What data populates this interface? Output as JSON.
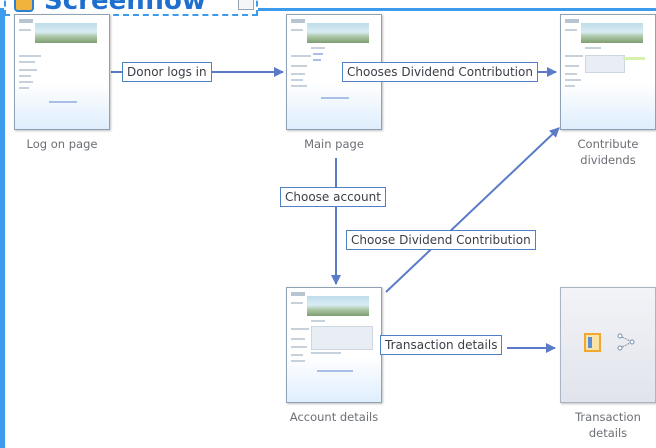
{
  "screenflow": {
    "title": "Screenflow",
    "icons": [
      "screenflow-app-icon",
      "edit-icon"
    ],
    "accent_color": "#3d9bee",
    "connector_color": "#5a7bc7",
    "nodes": [
      {
        "id": "log-on-page",
        "label": "Log on page",
        "kind": "page-thumbnail"
      },
      {
        "id": "main-page",
        "label": "Main page",
        "kind": "page-thumbnail"
      },
      {
        "id": "contribute-dividends",
        "label": "Contribute\ndividends",
        "kind": "page-thumbnail"
      },
      {
        "id": "account-details",
        "label": "Account details",
        "kind": "page-thumbnail"
      },
      {
        "id": "transaction-details",
        "label": "Transaction\ndetails",
        "kind": "placeholder",
        "icons": [
          "page-layout-icon",
          "flow-tree-icon"
        ]
      }
    ],
    "edges": [
      {
        "from": "log-on-page",
        "to": "main-page",
        "label": "Donor logs in"
      },
      {
        "from": "main-page",
        "to": "contribute-dividends",
        "label": "Chooses Dividend Contribution"
      },
      {
        "from": "main-page",
        "to": "account-details",
        "label": "Choose account"
      },
      {
        "from": "account-details",
        "to": "contribute-dividends",
        "label": "Choose Dividend Contribution"
      },
      {
        "from": "account-details",
        "to": "transaction-details",
        "label": "Transaction details"
      }
    ]
  }
}
